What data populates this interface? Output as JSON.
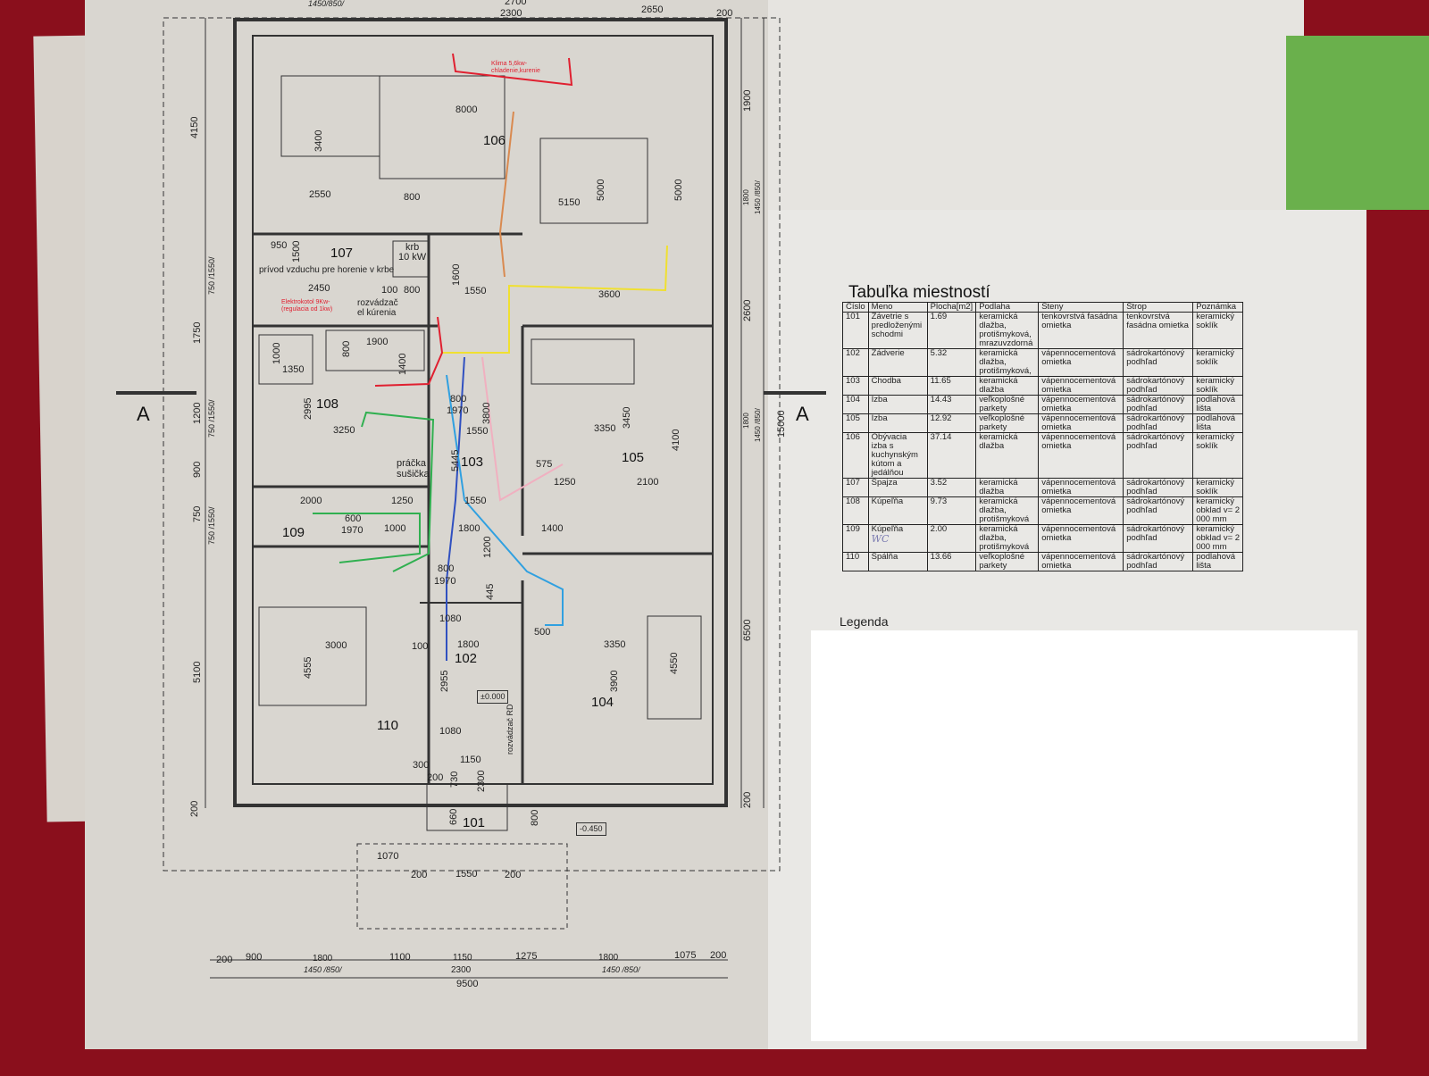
{
  "plan": {
    "rooms": [
      "101",
      "102",
      "103",
      "104",
      "105",
      "106",
      "107",
      "108",
      "109",
      "110"
    ],
    "section_mark": "A",
    "notes": {
      "klima": "Klima 5,6kw-\nchladenie,kurenie",
      "elektrokotol": "Elektrokotol 9Kw-\n(regulacia od 1kw)",
      "krb": "krb\n10 kW",
      "privod": "prívod vzduchu pre horenie v krbe",
      "rozvadzac_kurenia": "rozvádzač\nel kúrenia",
      "pracka": "práčka\nsušička",
      "rozvadzac_rd": "rozvádzač RD",
      "level_0": "±0.000",
      "level_minus": "-0.450"
    },
    "dims_top": [
      "2700",
      "2300",
      "2650",
      "200",
      "1450/850/"
    ],
    "dims_left": [
      "4150",
      "1750",
      "1200",
      "900",
      "750",
      "5100",
      "200",
      "750 /1550/",
      "750 /1550/",
      "750 /1550/"
    ],
    "dims_right": [
      "1900",
      "2600",
      "6500",
      "15000",
      "1800",
      "1450 /850/",
      "1800",
      "1450 /850/",
      "200"
    ],
    "dims_bottom": [
      "200",
      "900",
      "1800",
      "1100",
      "1150",
      "1275",
      "1800",
      "1075",
      "200",
      "1450 /850/",
      "2300",
      "1450 /850/",
      "9500",
      "1070",
      "1550",
      "200",
      "200"
    ],
    "dims_inner": [
      "8000",
      "3400",
      "2550",
      "800",
      "5150",
      "5000",
      "5000",
      "950",
      "1500",
      "2450",
      "100",
      "800",
      "1600",
      "1550",
      "3600",
      "1900",
      "1000",
      "1350",
      "800",
      "1400",
      "2995",
      "3250",
      "3800",
      "3350",
      "3450",
      "4100",
      "800",
      "1970",
      "1550",
      "5445",
      "575",
      "1250",
      "2100",
      "2000",
      "1250",
      "600",
      "1970",
      "1000",
      "1800",
      "1400",
      "1200",
      "1550",
      "800",
      "1970",
      "445",
      "1080",
      "1800",
      "2955",
      "3000",
      "4555",
      "3350",
      "3900",
      "4550",
      "500",
      "1080",
      "300",
      "200",
      "1150",
      "2300",
      "730",
      "660",
      "800",
      "100"
    ]
  },
  "table": {
    "title": "Tabuľka miestností",
    "headers": [
      "Číslo",
      "Meno",
      "Plocha[m2]",
      "Podlaha",
      "Steny",
      "Strop",
      "Poznámka"
    ],
    "rows": [
      [
        "101",
        "Závetrie s predloženými schodmi",
        "1.69",
        "keramická dlažba, protišmyková, mrazuvzdorná",
        "tenkovrstvá fasádna omietka",
        "tenkovrstvá fasádna omietka",
        "keramický soklík"
      ],
      [
        "102",
        "Zádverie",
        "5.32",
        "keramická dlažba, protišmyková,",
        "vápennocementová omietka",
        "sádrokartónový podhľad",
        "keramický soklík"
      ],
      [
        "103",
        "Chodba",
        "11.65",
        "keramická dlažba",
        "vápennocementová omietka",
        "sádrokartónový podhľad",
        "keramický soklík"
      ],
      [
        "104",
        "Izba",
        "14.43",
        "veľkoplošné parkety",
        "vápennocementová omietka",
        "sádrokartónový podhľad",
        "podlahová lišta"
      ],
      [
        "105",
        "Izba",
        "12.92",
        "veľkoplošné parkety",
        "vápennocementová omietka",
        "sádrokartónový podhľad",
        "podlahová lišta"
      ],
      [
        "106",
        "Obývacia izba s kuchynským kútom a jedálňou",
        "37.14",
        "keramická dlažba",
        "vápennocementová omietka",
        "sádrokartónový podhľad",
        "keramický soklík"
      ],
      [
        "107",
        "Špajza",
        "3.52",
        "keramická dlažba",
        "vápennocementová omietka",
        "sádrokartónový podhľad",
        "keramický soklík"
      ],
      [
        "108",
        "Kúpeľňa",
        "9.73",
        "keramická dlažba, protišmyková",
        "vápennocementová omietka",
        "sádrokartónový podhľad",
        "keramický obklad v= 2 000 mm"
      ],
      [
        "109",
        "Kúpeľňa",
        "2.00",
        "keramická dlažba, protišmyková",
        "vápennocementová omietka",
        "sádrokartónový podhľad",
        "keramický obklad v= 2 000 mm"
      ],
      [
        "110",
        "Spálňa",
        "13.66",
        "veľkoplošné parkety",
        "vápennocementová omietka",
        "sádrokartónový podhľad",
        "podlahová lišta"
      ]
    ],
    "handwritten": "WC",
    "legend_title": "Legenda"
  }
}
